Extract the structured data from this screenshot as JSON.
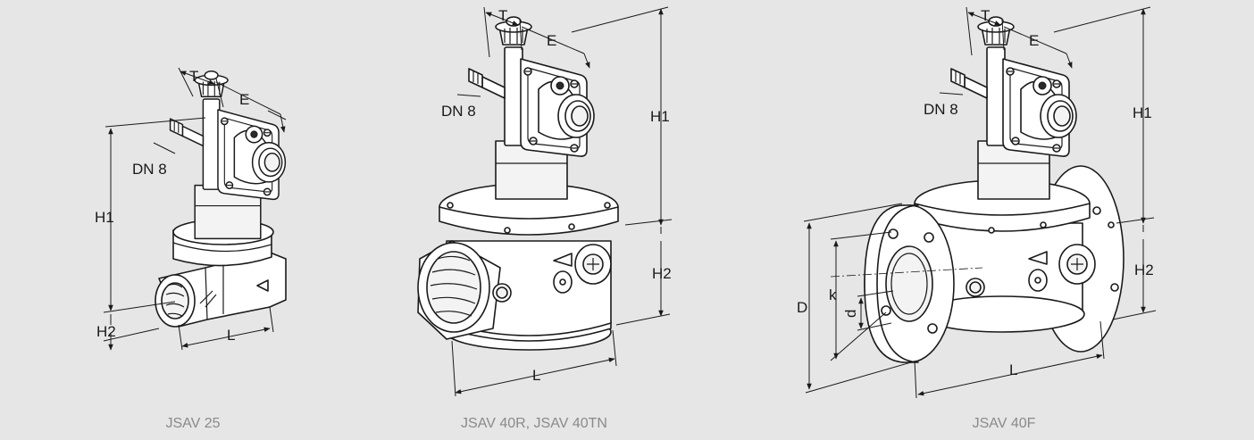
{
  "captions": {
    "left": "JSAV 25",
    "middle": "JSAV 40R, JSAV 40TN",
    "right": "JSAV 40F"
  },
  "labels": {
    "left": {
      "t": "T",
      "e": "E",
      "dn": "DN 8",
      "h1": "H1",
      "h2": "H2",
      "l": "L"
    },
    "middle": {
      "t": "T",
      "e": "E",
      "dn": "DN 8",
      "h1": "H1",
      "h2": "H2",
      "l": "L"
    },
    "right": {
      "t": "T",
      "e": "E",
      "dn": "DN 8",
      "h1": "H1",
      "h2": "H2",
      "l": "L",
      "d_outer": "D",
      "k": "k",
      "d_inner": "d"
    }
  }
}
